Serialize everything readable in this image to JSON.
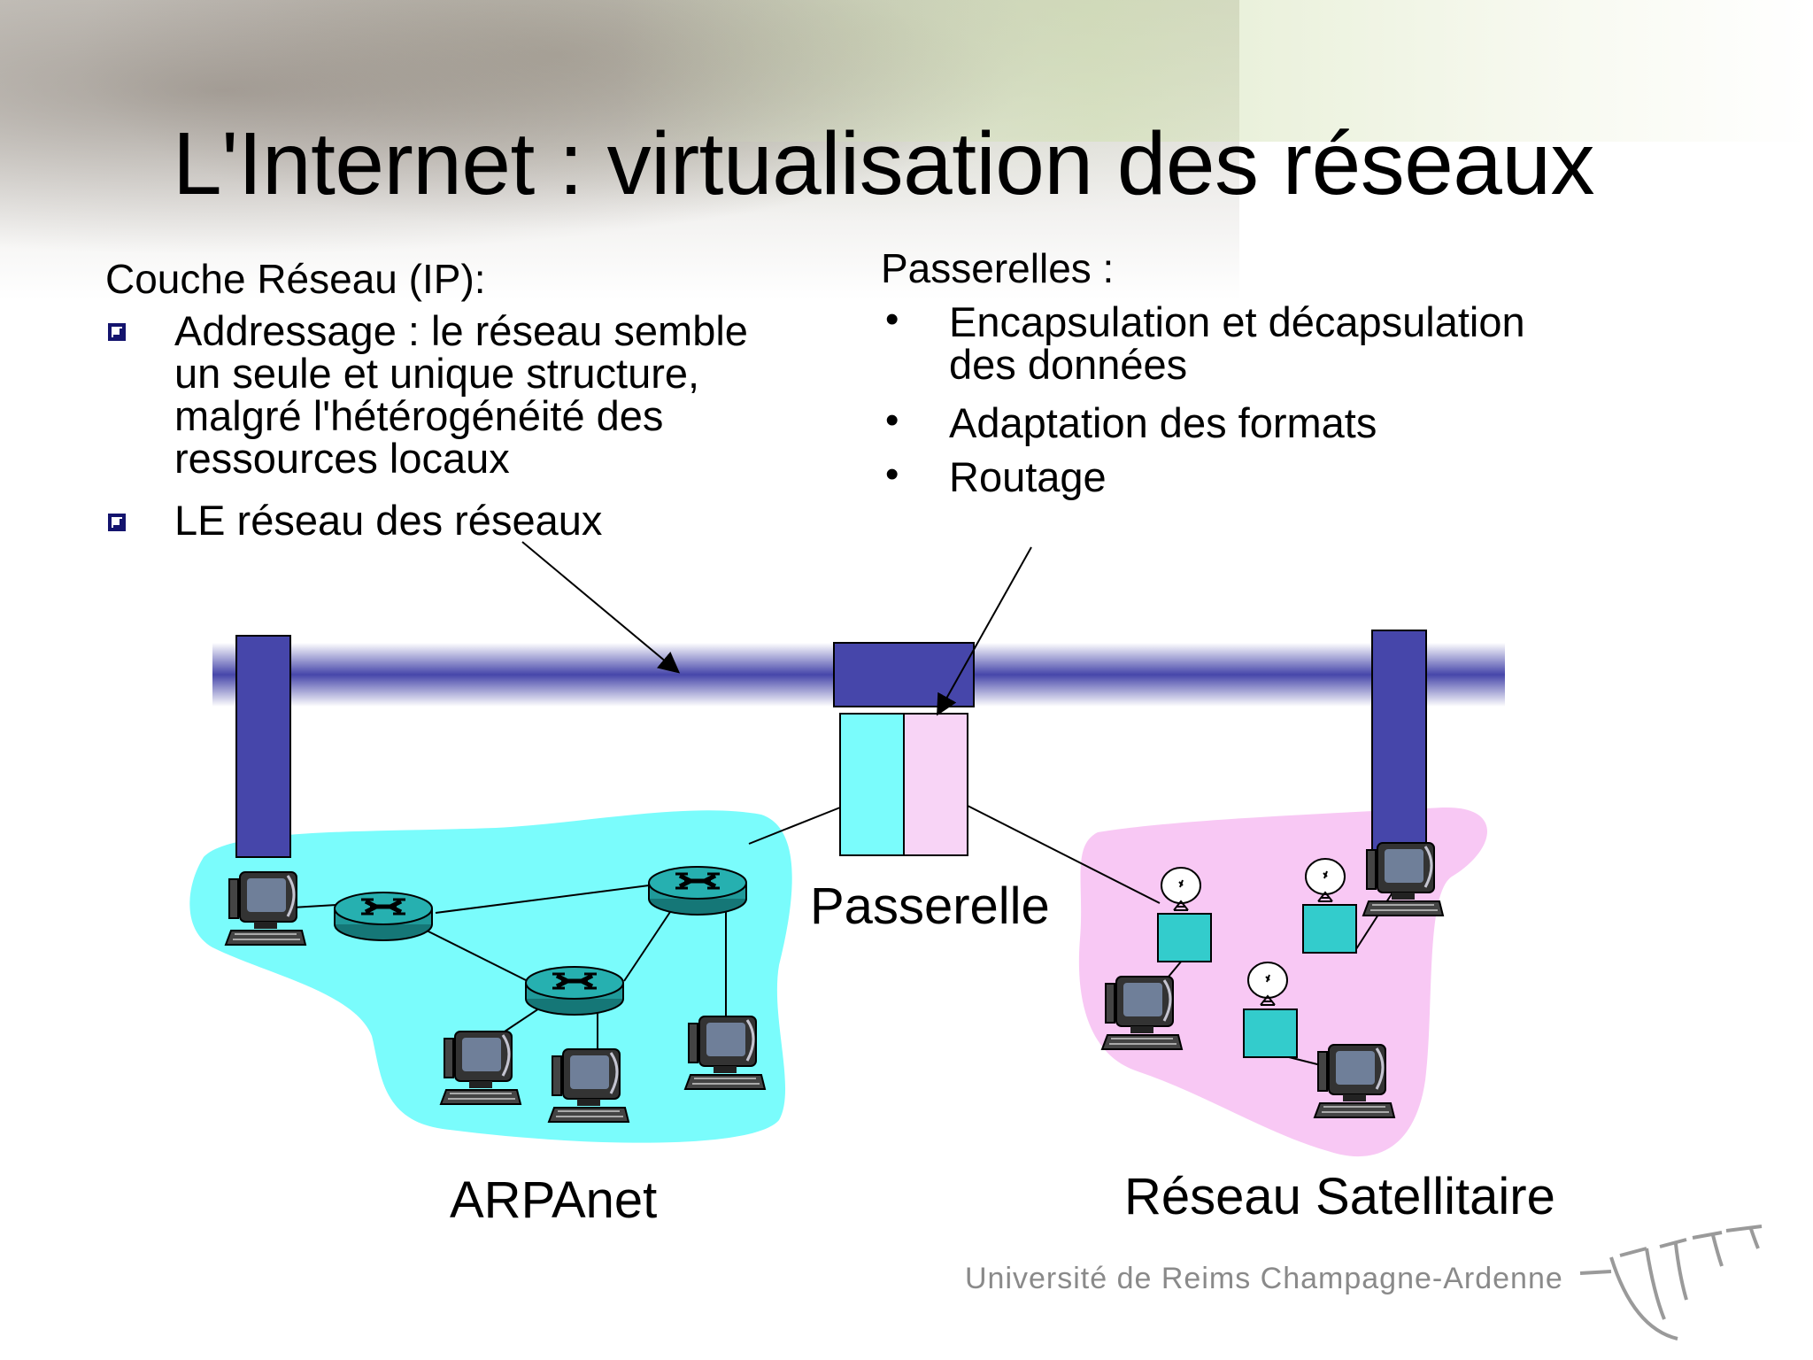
{
  "title": "L'Internet : virtualisation des réseaux",
  "left_block": {
    "heading": "Couche Réseau (IP):",
    "bullets": [
      [
        "Addressage : le réseau semble",
        "un seule et unique structure,",
        "malgré l'hétérogénéité des",
        "ressources locaux"
      ],
      [
        "LE réseau des réseaux"
      ]
    ]
  },
  "right_block": {
    "heading": "Passerelles :",
    "bullets": [
      [
        "Encapsulation et décapsulation",
        "des données"
      ],
      [
        "Adaptation des formats"
      ],
      [
        "Routage"
      ]
    ]
  },
  "diagram": {
    "gateway_label": "Passerelle",
    "network_left": "ARPAnet",
    "network_right": "Réseau Satellitaire",
    "colors": {
      "ip_bar": "#4646aa",
      "arpanet": "#7afcfc",
      "satellite": "#f8c8f4",
      "router": "#1f9a9a",
      "sat_box": "#33cccc",
      "gateway_left": "#7afcfc",
      "gateway_right": "#f8d4f6"
    }
  },
  "footer": {
    "university": "Université de Reims Champagne-Ardenne"
  }
}
